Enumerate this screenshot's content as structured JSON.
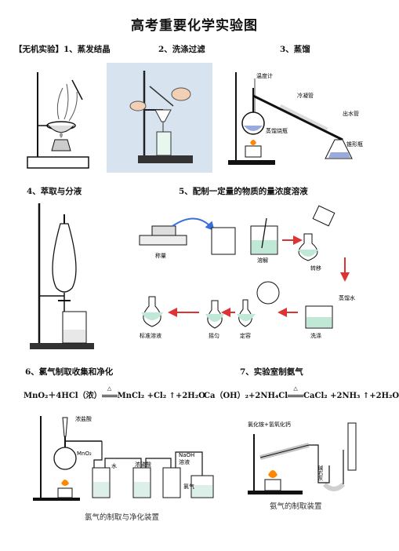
{
  "title": "高考重要化学实验图",
  "section_header": "【无机实验】",
  "items": {
    "evaporate": "1、蒸发结晶",
    "wash_filter": "2、洗涤过滤",
    "distill": "3、蒸馏",
    "extract": "4、萃取与分液",
    "solution": "5、配制一定量的物质的量浓度溶液",
    "chlorine": "6、氯气制取收集和净化",
    "ammonia": "7、实验室制氨气"
  },
  "distill_labels": {
    "thermometer": "温度计",
    "condenser": "冷凝管",
    "flask": "蒸馏烧瓶",
    "outlet": "出水管",
    "receiver": "锥形瓶"
  },
  "solution_labels": {
    "weigh": "称量",
    "dissolve": "溶解",
    "transfer": "转移",
    "wash": "洗涤",
    "volume": "定容",
    "shake": "摇匀",
    "label": "标准溶液",
    "water": "蒸馏水"
  },
  "eq6": {
    "left": "MnO₂＋4HCl（浓）",
    "cond": "△",
    "right": "MnCl₂ +Cl₂ ↑+2H₂O"
  },
  "eq7": {
    "left": "Ca（OH）₂+2NH₄Cl",
    "cond": "△",
    "right": "CaCl₂ +2NH₃ ↑+2H₂O"
  },
  "cl_labels": {
    "acid": "浓盐酸",
    "mno2": "MnO₂",
    "water": "水",
    "h2so4": "浓硫酸",
    "naoh": "NaOH",
    "naoh2": "溶液",
    "cl": "氯气",
    "caption": "氯气的制取与净化装置"
  },
  "nh_labels": {
    "reagent": "氯化铵+氢氧化钙",
    "lime": "碱石灰",
    "caption": "氨气的制取装置"
  }
}
